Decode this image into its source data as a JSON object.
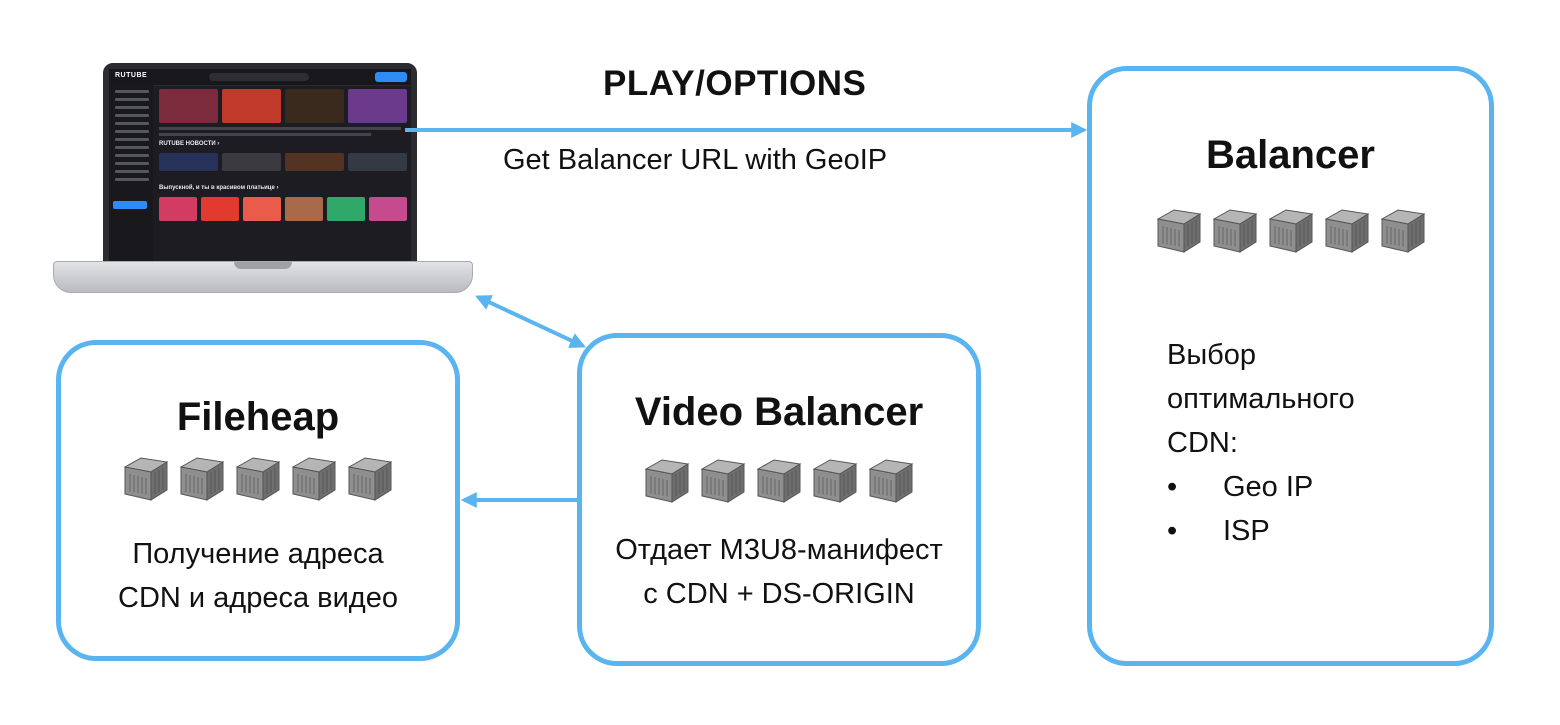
{
  "client": {
    "app_logo": "RUTUBE",
    "section_1": "RUTUBE НОВОСТИ ›",
    "section_2": "Выпускной, и ты в красивом платьице ›"
  },
  "arrows": {
    "top_label": "PLAY/OPTIONS",
    "top_sublabel": "Get Balancer URL with GeoIP"
  },
  "balancer": {
    "title": "Balancer",
    "server_count": 5,
    "description": [
      "Выбор",
      "оптимального",
      "CDN:"
    ],
    "criteria": [
      "Geo IP",
      "ISP"
    ],
    "bullet_symbol": "•"
  },
  "video_balancer": {
    "title": "Video Balancer",
    "server_count": 5,
    "description": [
      "Отдает M3U8-манифест",
      "с CDN + DS-ORIGIN"
    ]
  },
  "fileheap": {
    "title": "Fileheap",
    "server_count": 5,
    "description": [
      "Получение адреса",
      "CDN и адреса видео"
    ]
  },
  "colors": {
    "accent": "#5ab4f0",
    "server_body": "#8f8f8f",
    "server_top": "#b5b5b5",
    "server_side": "#6e6e6e"
  }
}
